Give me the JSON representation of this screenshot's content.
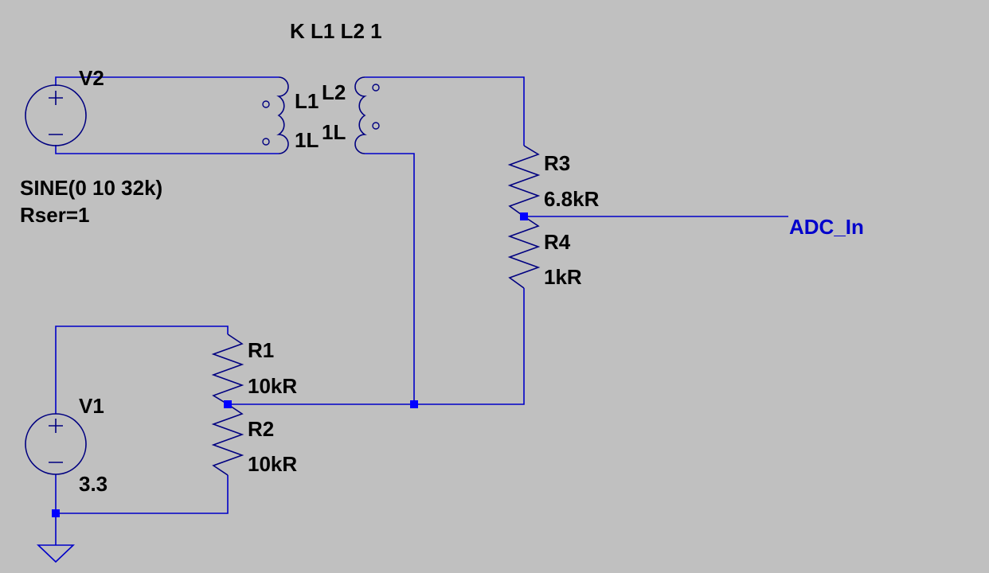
{
  "colors": {
    "background": "#c0c0c0",
    "wire": "#0000c8",
    "component": "#000080",
    "junction": "#0000ff",
    "label_text": "#000000",
    "net_label": "#0000cc"
  },
  "directive": "K L1 L2 1",
  "sources": {
    "v2": {
      "name": "V2",
      "spec_line1": "SINE(0 10 32k)",
      "spec_line2": "Rser=1"
    },
    "v1": {
      "name": "V1",
      "value": "3.3"
    }
  },
  "inductors": {
    "l1": {
      "name": "L1",
      "value": "1L"
    },
    "l2": {
      "name": "L2",
      "value": "1L"
    }
  },
  "resistors": {
    "r1": {
      "name": "R1",
      "value": "10kR"
    },
    "r2": {
      "name": "R2",
      "value": "10kR"
    },
    "r3": {
      "name": "R3",
      "value": "6.8kR"
    },
    "r4": {
      "name": "R4",
      "value": "1kR"
    }
  },
  "net_label": "ADC_In",
  "ground_icon": "ground-icon"
}
